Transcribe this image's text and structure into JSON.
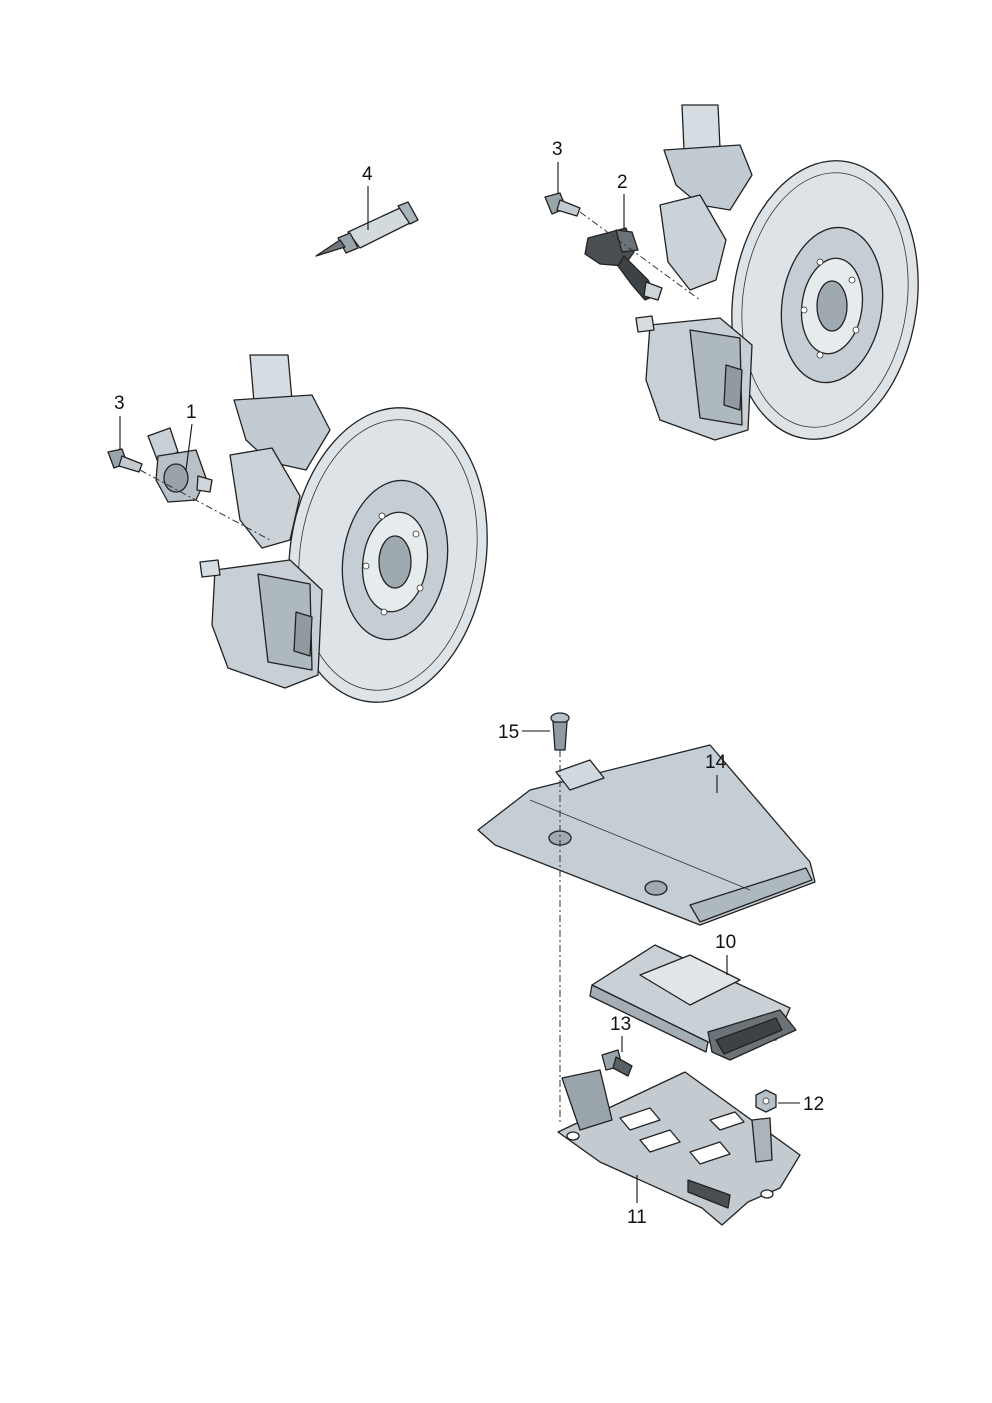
{
  "callouts": {
    "c1": "1",
    "c2": "2",
    "c3a": "3",
    "c3b": "3",
    "c4": "4",
    "c10": "10",
    "c11": "11",
    "c12": "12",
    "c13": "13",
    "c14": "14",
    "c15": "15"
  },
  "colors": {
    "metal": "#c9d2d8",
    "metal_dark": "#8f9aa2",
    "disc": "#dde3e7",
    "part_dark": "#4a4f54",
    "outline": "#222222"
  }
}
